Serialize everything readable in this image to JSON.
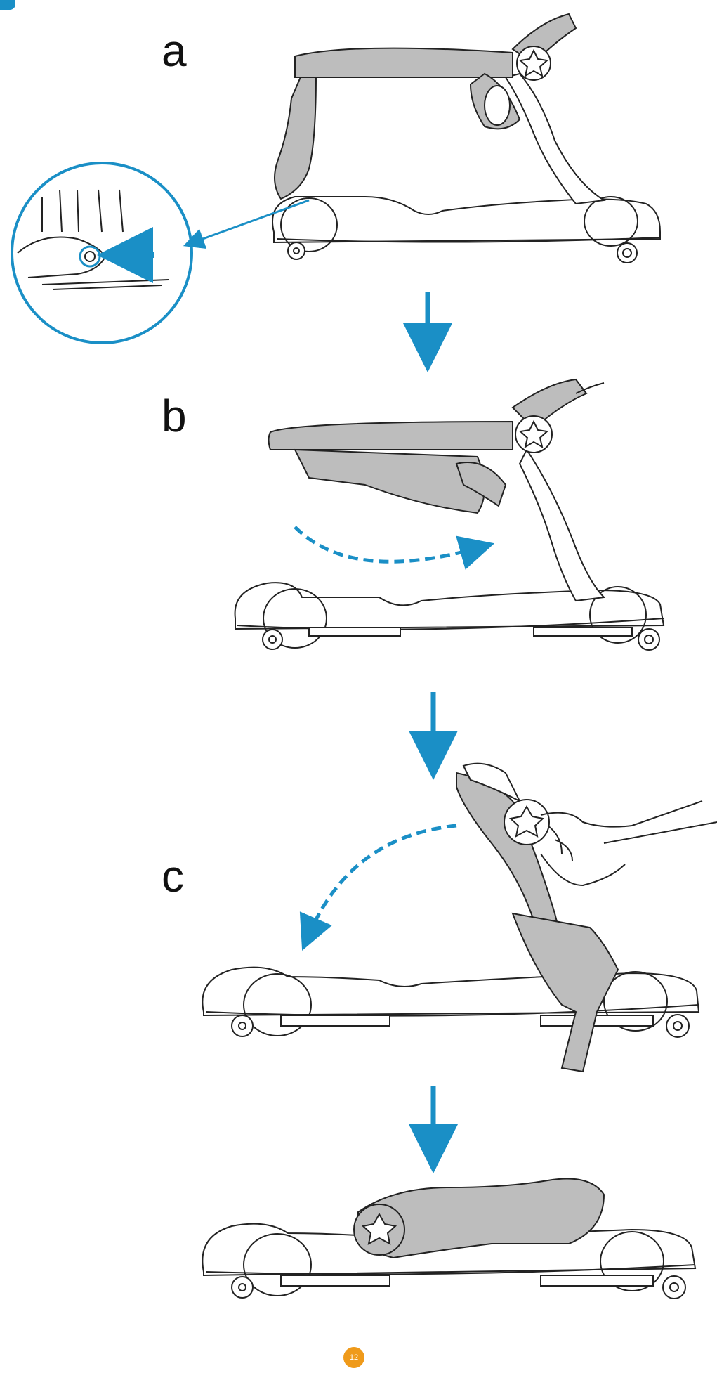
{
  "steps": [
    {
      "letter": "a"
    },
    {
      "letter": "b"
    },
    {
      "letter": "c"
    }
  ],
  "page_number": "12",
  "colors": {
    "accent": "#1a8fc6",
    "page_badge": "#ef9a1a",
    "frame_fill": "#bdbdbd",
    "outline": "#222222"
  }
}
